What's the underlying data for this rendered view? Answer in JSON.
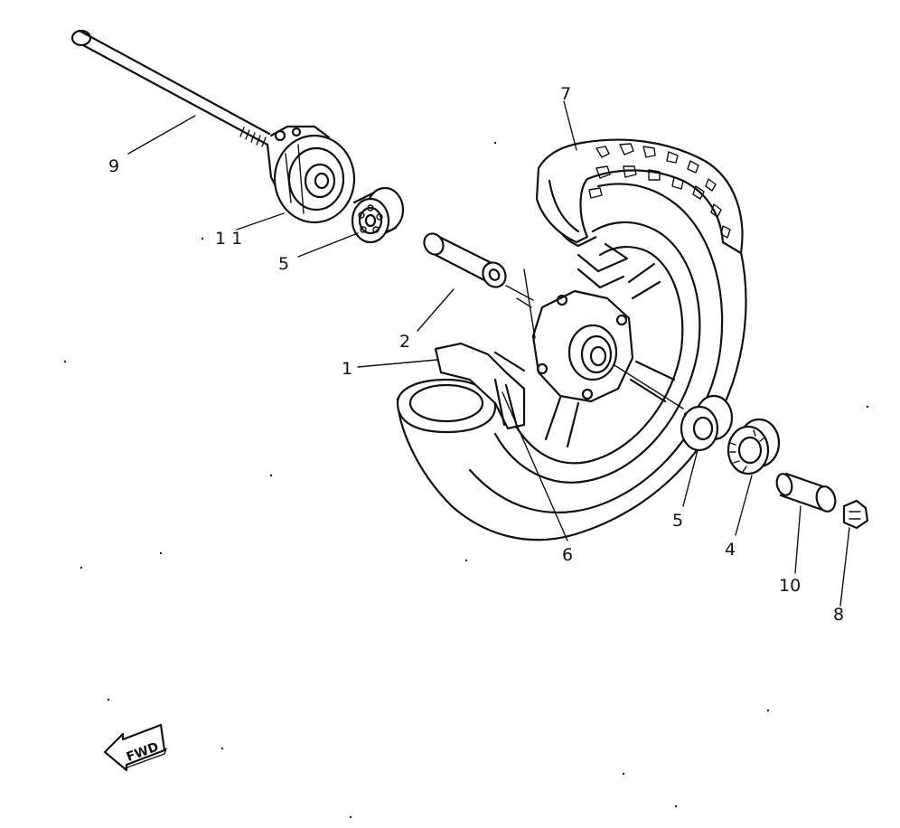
{
  "diagram": {
    "callouts": [
      {
        "id": "callout-9",
        "label": "9"
      },
      {
        "id": "callout-11",
        "label": "1 1"
      },
      {
        "id": "callout-5-left",
        "label": "5"
      },
      {
        "id": "callout-2",
        "label": "2"
      },
      {
        "id": "callout-1",
        "label": "1"
      },
      {
        "id": "callout-7",
        "label": "7"
      },
      {
        "id": "callout-6",
        "label": "6"
      },
      {
        "id": "callout-5-right",
        "label": "5"
      },
      {
        "id": "callout-4",
        "label": "4"
      },
      {
        "id": "callout-10",
        "label": "10"
      },
      {
        "id": "callout-8",
        "label": "8"
      }
    ],
    "fwd_label": "FWD"
  }
}
